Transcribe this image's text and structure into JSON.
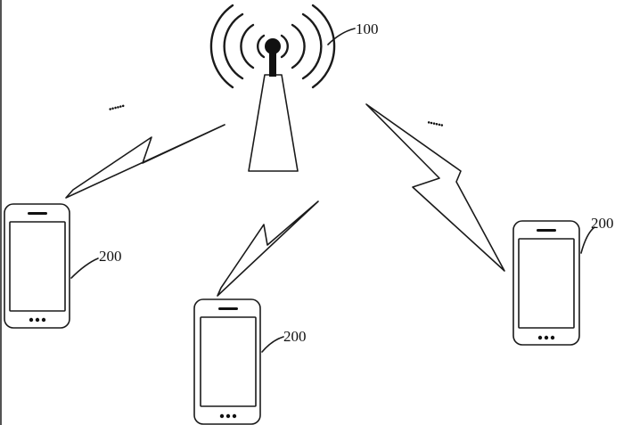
{
  "labels": {
    "base_station": "100",
    "terminal_left": "200",
    "terminal_center": "200",
    "terminal_right": "200"
  },
  "ellipsis": {
    "left": "......",
    "right": "......"
  }
}
